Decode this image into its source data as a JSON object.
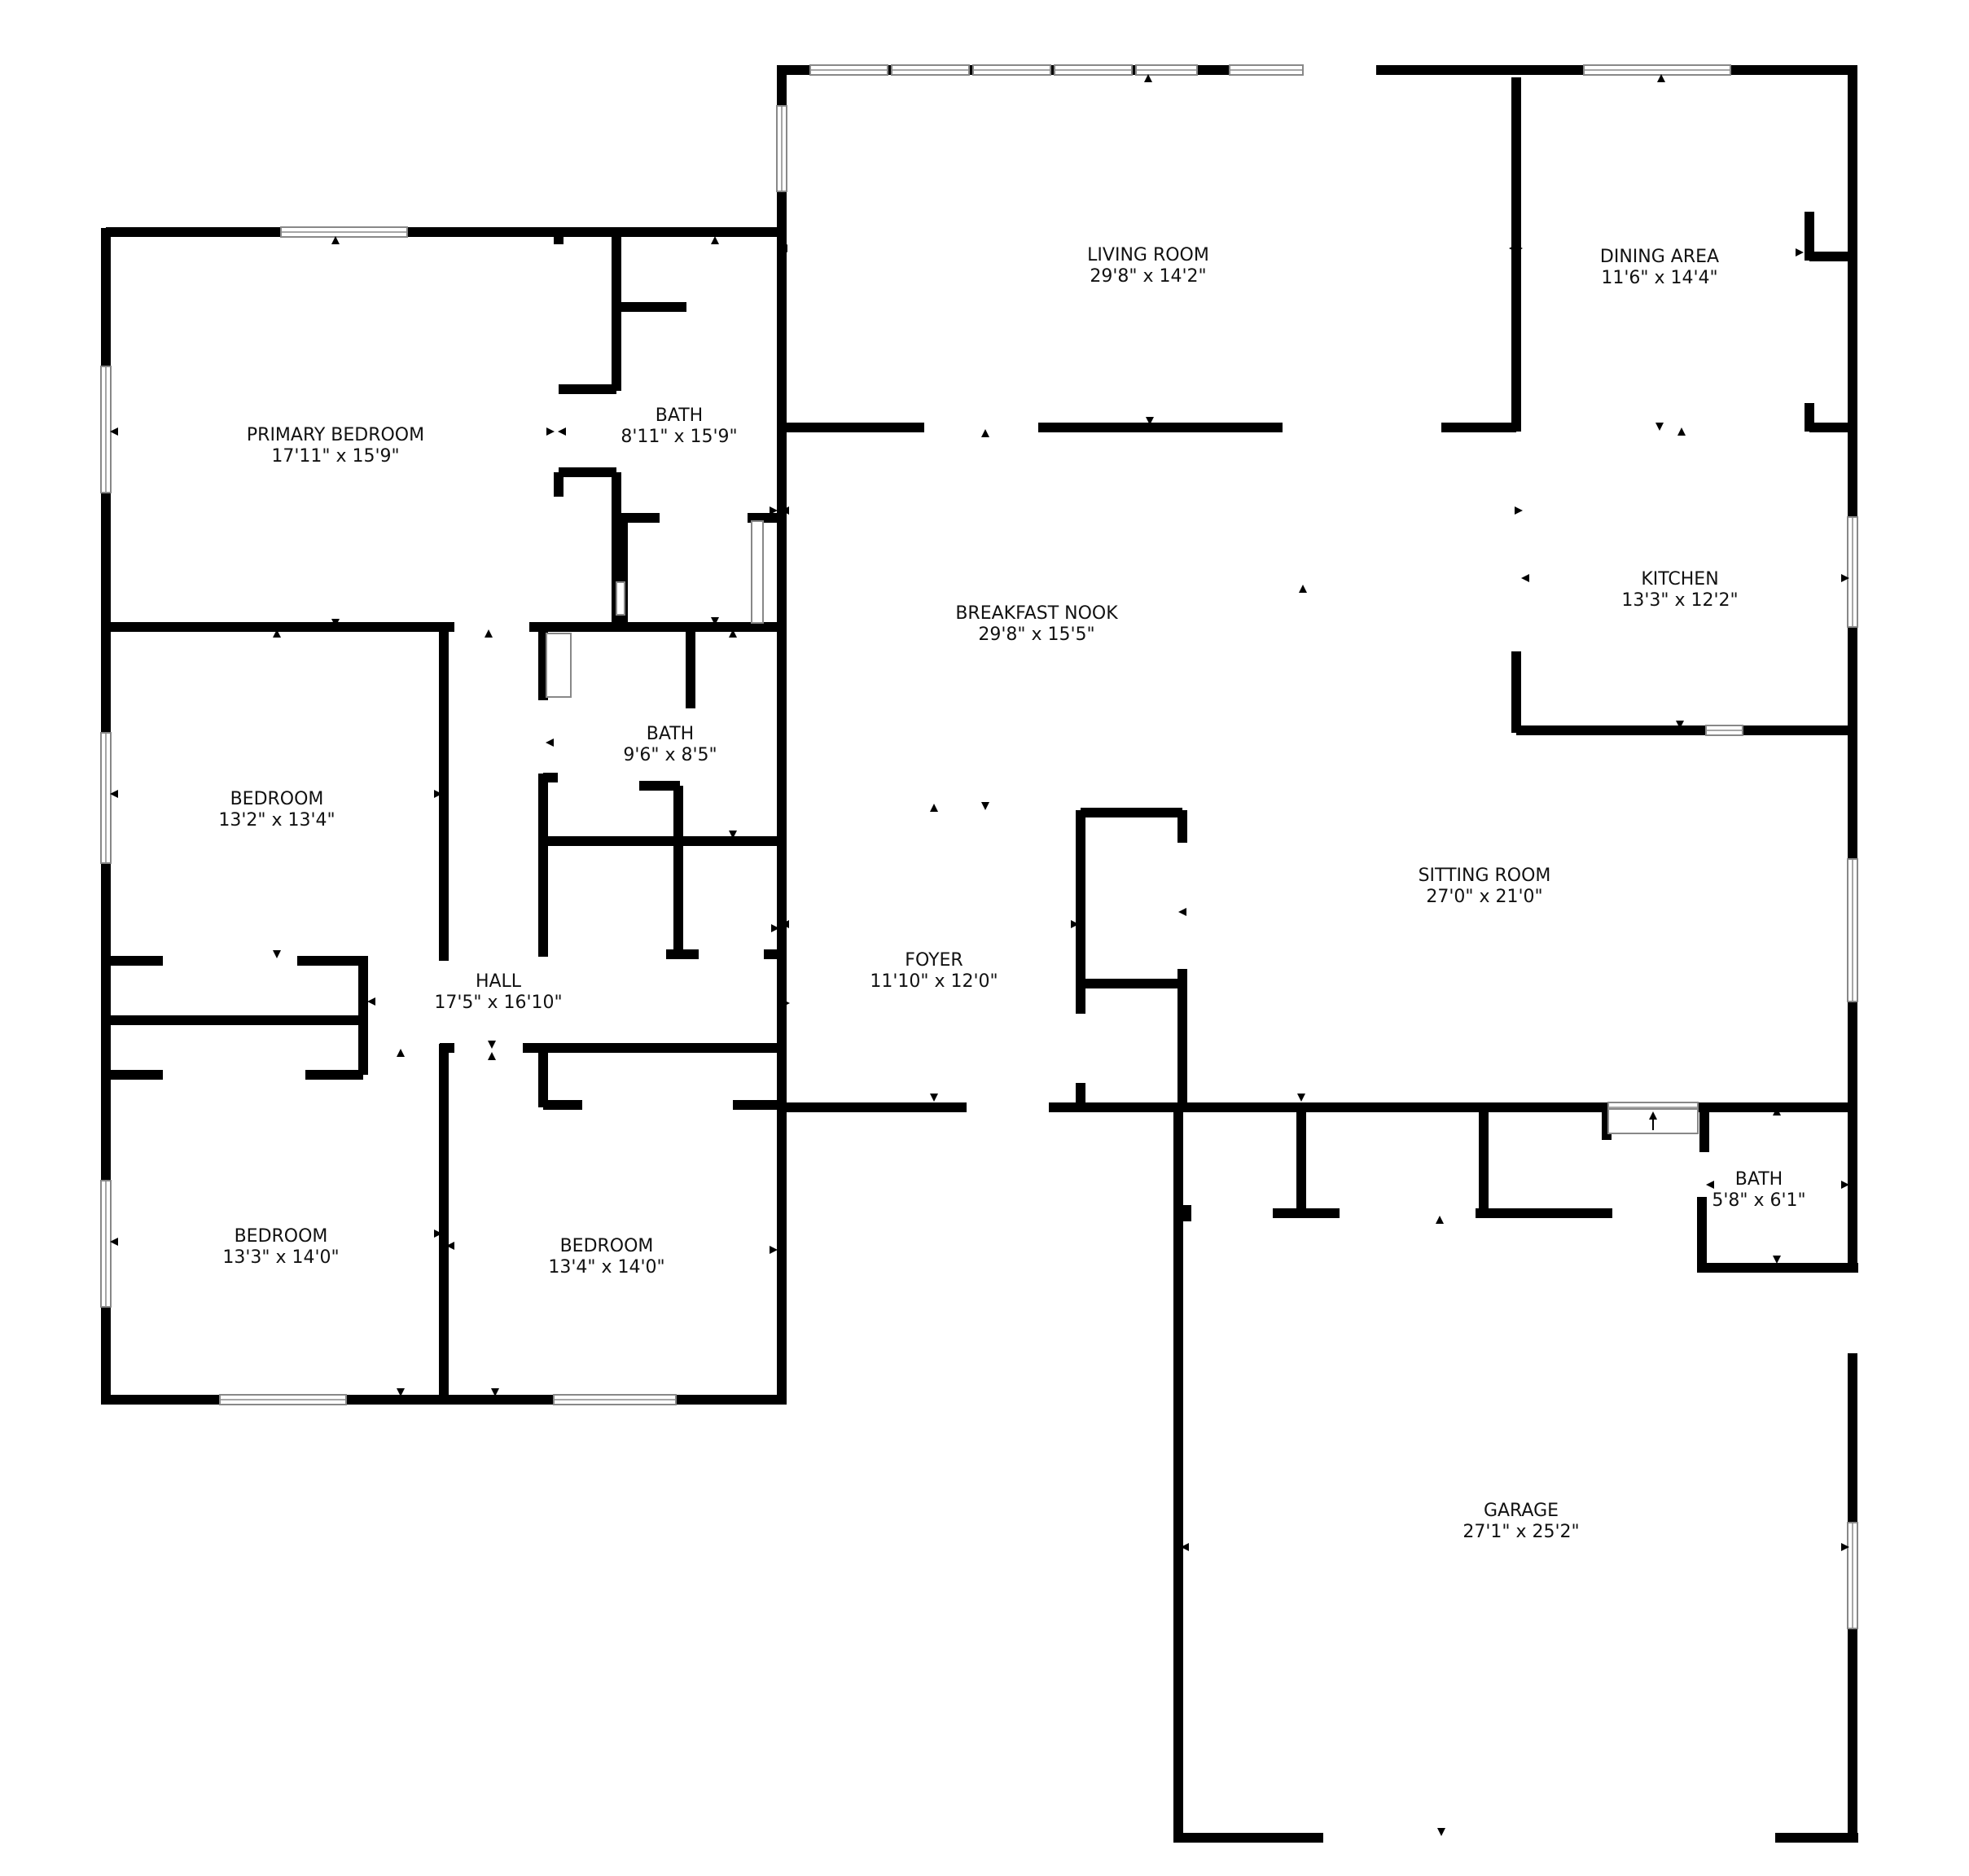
{
  "colors": {
    "wall": "#000000",
    "window_fill": "#ffffff",
    "window_line": "#888888",
    "marker": "#000000",
    "text": "#111111"
  },
  "rooms": [
    {
      "id": "living-room",
      "name": "LIVING ROOM",
      "dims": "29'8\" x 14'2\""
    },
    {
      "id": "dining-area",
      "name": "DINING AREA",
      "dims": "11'6\" x 14'4\""
    },
    {
      "id": "primary-bedroom",
      "name": "PRIMARY BEDROOM",
      "dims": "17'11\" x 15'9\""
    },
    {
      "id": "bath-1",
      "name": "BATH",
      "dims": "8'11\" x 15'9\""
    },
    {
      "id": "breakfast-nook",
      "name": "BREAKFAST NOOK",
      "dims": "29'8\" x 15'5\""
    },
    {
      "id": "kitchen",
      "name": "KITCHEN",
      "dims": "13'3\" x 12'2\""
    },
    {
      "id": "bedroom-1",
      "name": "BEDROOM",
      "dims": "13'2\" x 13'4\""
    },
    {
      "id": "bath-2",
      "name": "BATH",
      "dims": "9'6\" x 8'5\""
    },
    {
      "id": "sitting-room",
      "name": "SITTING ROOM",
      "dims": "27'0\" x 21'0\""
    },
    {
      "id": "hall",
      "name": "HALL",
      "dims": "17'5\" x 16'10\""
    },
    {
      "id": "foyer",
      "name": "FOYER",
      "dims": "11'10\" x 12'0\""
    },
    {
      "id": "bath-3",
      "name": "BATH",
      "dims": "5'8\" x 6'1\""
    },
    {
      "id": "bedroom-2",
      "name": "BEDROOM",
      "dims": "13'3\" x 14'0\""
    },
    {
      "id": "bedroom-3",
      "name": "BEDROOM",
      "dims": "13'4\" x 14'0\""
    },
    {
      "id": "garage",
      "name": "GARAGE",
      "dims": "27'1\" x 25'2\""
    }
  ]
}
